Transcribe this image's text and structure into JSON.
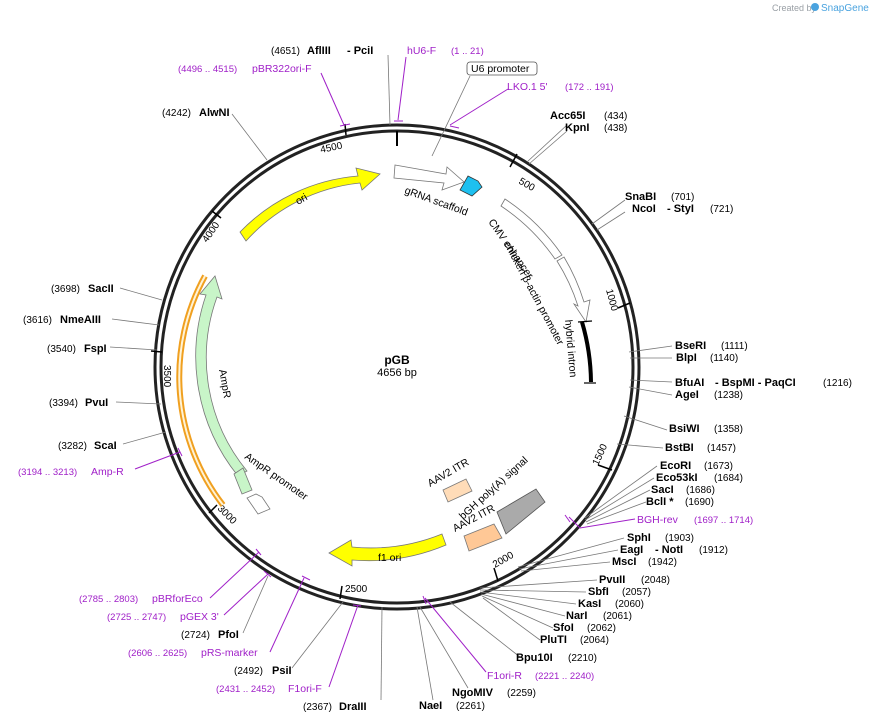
{
  "branding": {
    "created_by": "Created by",
    "brand": "SnapGene"
  },
  "plasmid": {
    "name": "pGB",
    "size": "4656 bp"
  },
  "ticks": [
    "500",
    "1000",
    "1500",
    "2000",
    "2500",
    "3000",
    "3500",
    "4000",
    "4500"
  ],
  "features": {
    "ori": "ori",
    "grna": "gRNA scaffold",
    "cmv": "CMV enhancer",
    "chicken": "chicken β-actin promoter",
    "hybrid": "hybrid intron",
    "aav2_top": "AAV2 ITR",
    "bgh": "bGH poly(A) signal",
    "aav2_bot": "AAV2 ITR",
    "f1ori": "f1 ori",
    "ampr": "AmpR",
    "amprpromoter": "AmpR promoter",
    "u6": "U6 promoter"
  },
  "sites": [
    {
      "name": "AflIII",
      "extra": "- PciI",
      "pos": "(4651)"
    },
    {
      "name": "AlwNI",
      "pos": "(4242)"
    },
    {
      "name": "Acc65I",
      "pos": "(434)"
    },
    {
      "name": "KpnI",
      "pos": "(438)"
    },
    {
      "name": "SnaBI",
      "pos": "(701)"
    },
    {
      "name": "NcoI",
      "extra": "- StyI",
      "pos": "(721)"
    },
    {
      "name": "BseRI",
      "pos": "(1111)"
    },
    {
      "name": "BlpI",
      "pos": "(1140)"
    },
    {
      "name": "BfuAI",
      "extra": "- BspMI - PaqCI",
      "pos": "(1216)"
    },
    {
      "name": "AgeI",
      "pos": "(1238)"
    },
    {
      "name": "BsiWI",
      "pos": "(1358)"
    },
    {
      "name": "BstBI",
      "pos": "(1457)"
    },
    {
      "name": "EcoRI",
      "pos": "(1673)"
    },
    {
      "name": "Eco53kI",
      "pos": "(1684)"
    },
    {
      "name": "SacI",
      "pos": "(1686)"
    },
    {
      "name": "BclI *",
      "pos": "(1690)"
    },
    {
      "name": "SphI",
      "pos": "(1903)"
    },
    {
      "name": "EagI",
      "extra": "- NotI",
      "pos": "(1912)"
    },
    {
      "name": "MscI",
      "pos": "(1942)"
    },
    {
      "name": "PvuII",
      "pos": "(2048)"
    },
    {
      "name": "SbfI",
      "pos": "(2057)"
    },
    {
      "name": "KasI",
      "pos": "(2060)"
    },
    {
      "name": "NarI",
      "pos": "(2061)"
    },
    {
      "name": "SfoI",
      "pos": "(2062)"
    },
    {
      "name": "PluTI",
      "pos": "(2064)"
    },
    {
      "name": "Bpu10I",
      "pos": "(2210)"
    },
    {
      "name": "NgoMIV",
      "pos": "(2259)"
    },
    {
      "name": "NaeI",
      "pos": "(2261)"
    },
    {
      "name": "DraIII",
      "pos": "(2367)"
    },
    {
      "name": "PsiI",
      "pos": "(2492)"
    },
    {
      "name": "PfoI",
      "pos": "(2724)"
    },
    {
      "name": "ScaI",
      "pos": "(3282)"
    },
    {
      "name": "PvuI",
      "pos": "(3394)"
    },
    {
      "name": "FspI",
      "pos": "(3540)"
    },
    {
      "name": "NmeAIII",
      "pos": "(3616)"
    },
    {
      "name": "SacII",
      "pos": "(3698)"
    }
  ],
  "primers": [
    {
      "name": "hU6-F",
      "range": "(1 .. 21)"
    },
    {
      "name": "pBR322ori-F",
      "range": "(4496 .. 4515)"
    },
    {
      "name": "LKO.1 5'",
      "range": "(172 .. 191)"
    },
    {
      "name": "BGH-rev",
      "range": "(1697 .. 1714)"
    },
    {
      "name": "F1ori-R",
      "range": "(2221 .. 2240)"
    },
    {
      "name": "F1ori-F",
      "range": "(2431 .. 2452)"
    },
    {
      "name": "pRS-marker",
      "range": "(2606 .. 2625)"
    },
    {
      "name": "pGEX 3'",
      "range": "(2725 .. 2747)"
    },
    {
      "name": "pBRforEco",
      "range": "(2785 .. 2803)"
    },
    {
      "name": "Amp-R",
      "range": "(3194 .. 3213)"
    }
  ]
}
